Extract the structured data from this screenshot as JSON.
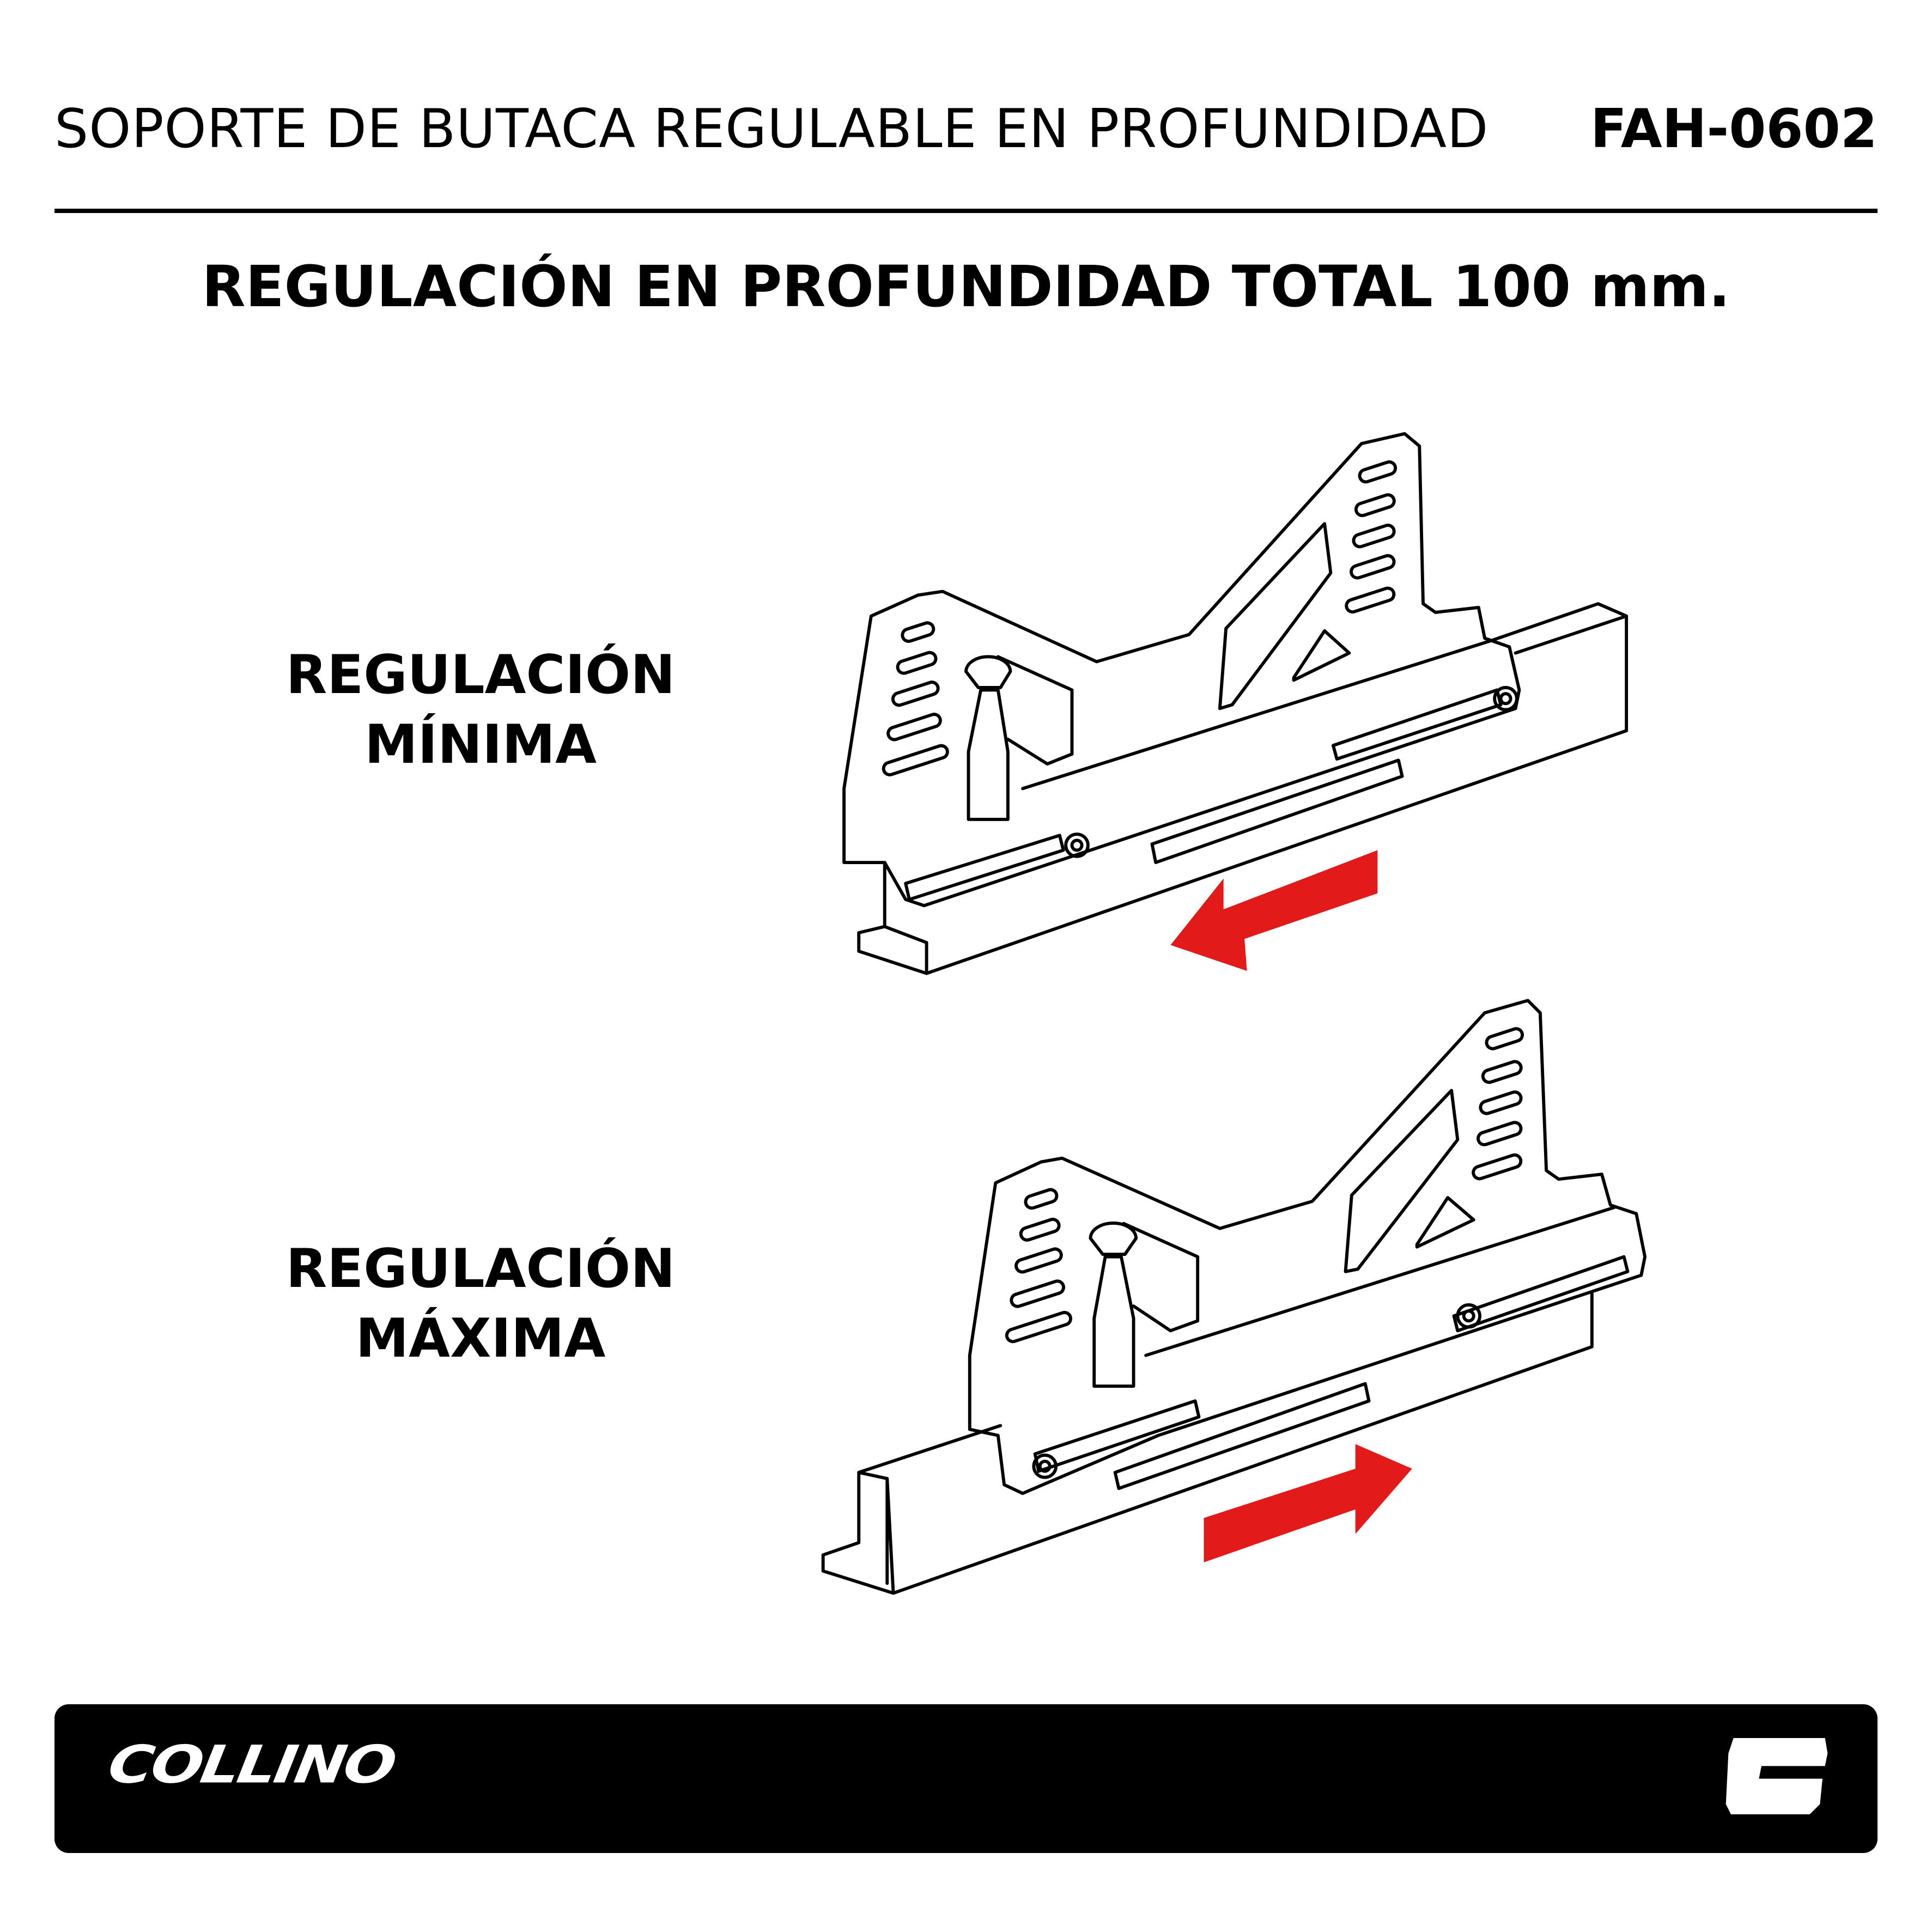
{
  "header": {
    "title": "SOPORTE DE BUTACA REGULABLE EN PROFUNDIDAD",
    "code": "FAH-0602"
  },
  "subtitle": "REGULACIÓN EN PROFUNDIDAD TOTAL 100 mm.",
  "positions": [
    {
      "line1": "REGULACIÓN",
      "line2": "MÍNIMA",
      "direction": "backward"
    },
    {
      "line1": "REGULACIÓN",
      "line2": "MÁXIMA",
      "direction": "forward"
    }
  ],
  "footer": {
    "brand": "COLLINO"
  },
  "colors": {
    "arrow": "#e31a1a",
    "footer_bg": "#000000"
  }
}
